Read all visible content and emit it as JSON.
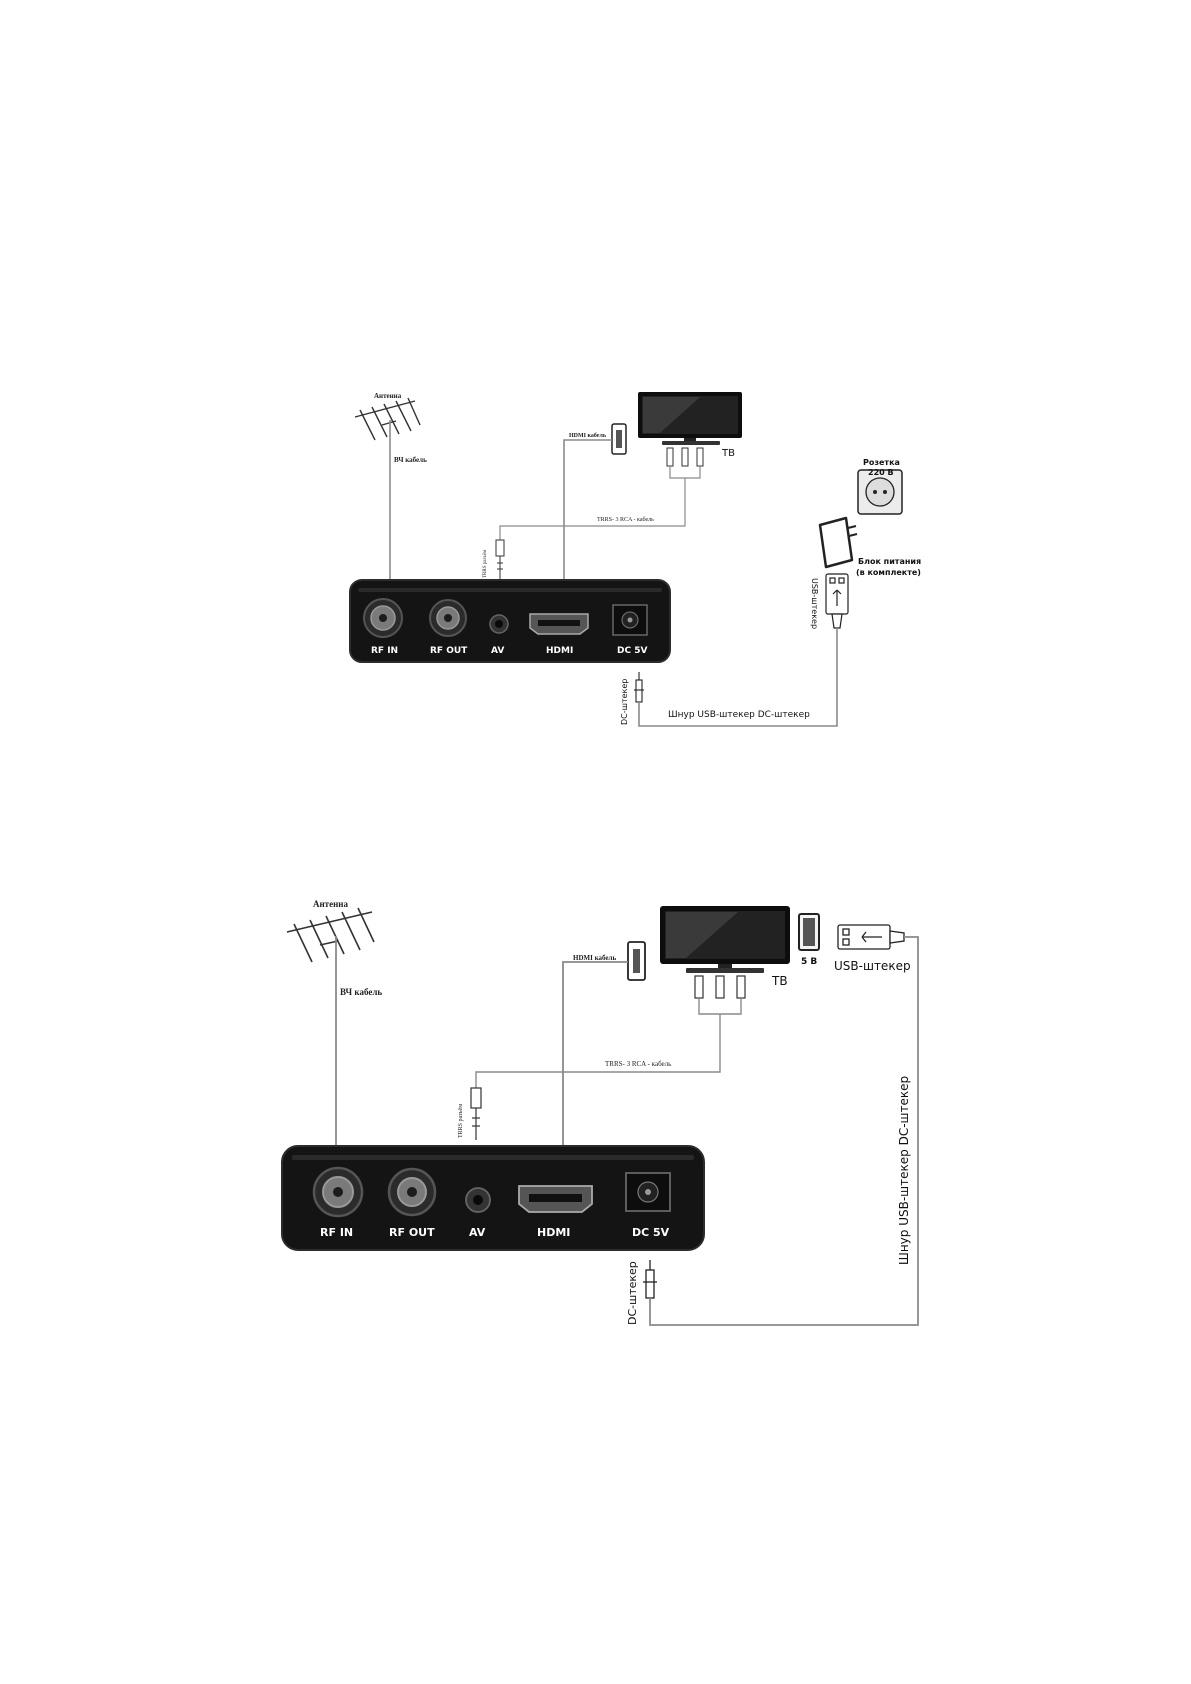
{
  "colors": {
    "device_body": "#141414",
    "device_edge": "#2c2c2c",
    "cable": "#8a8a8a",
    "label": "#111111",
    "port_label": "#ffffff"
  },
  "diagram1": {
    "antenna_label": "Антенна",
    "rf_cable_label": "ВЧ кабель",
    "hdmi_cable_label": "HDMI кабель",
    "tv_label": "ТВ",
    "trrs_cable_label": "TRRS- 3 RCA - кабель",
    "trrs_jack_label": "TRRS разъём",
    "socket_label_line1": "Розетка",
    "socket_label_line2": "220 В",
    "power_unit_line1": "Блок питания",
    "power_unit_line2": "(в комплекте)",
    "usb_plug_label": "USB-штекер",
    "dc_plug_label": "DC-штекер",
    "usb_dc_cord_label": "Шнур USB-штекер DC-штекер",
    "ports": [
      "RF IN",
      "RF OUT",
      "AV",
      "HDMI",
      "DC 5V"
    ]
  },
  "diagram2": {
    "antenna_label": "Антенна",
    "rf_cable_label": "ВЧ кабель",
    "hdmi_cable_label": "HDMI кабель",
    "tv_label": "ТВ",
    "tv_usb_label": "5 В",
    "usb_plug_label": "USB-штекер",
    "trrs_cable_label": "TRRS- 3 RCA - кабель",
    "trrs_jack_label": "TRRS разъём",
    "dc_plug_label": "DC-штекер",
    "usb_dc_cord_label": "Шнур USB-штекер DC-штекер",
    "ports": [
      "RF IN",
      "RF OUT",
      "AV",
      "HDMI",
      "DC 5V"
    ]
  }
}
